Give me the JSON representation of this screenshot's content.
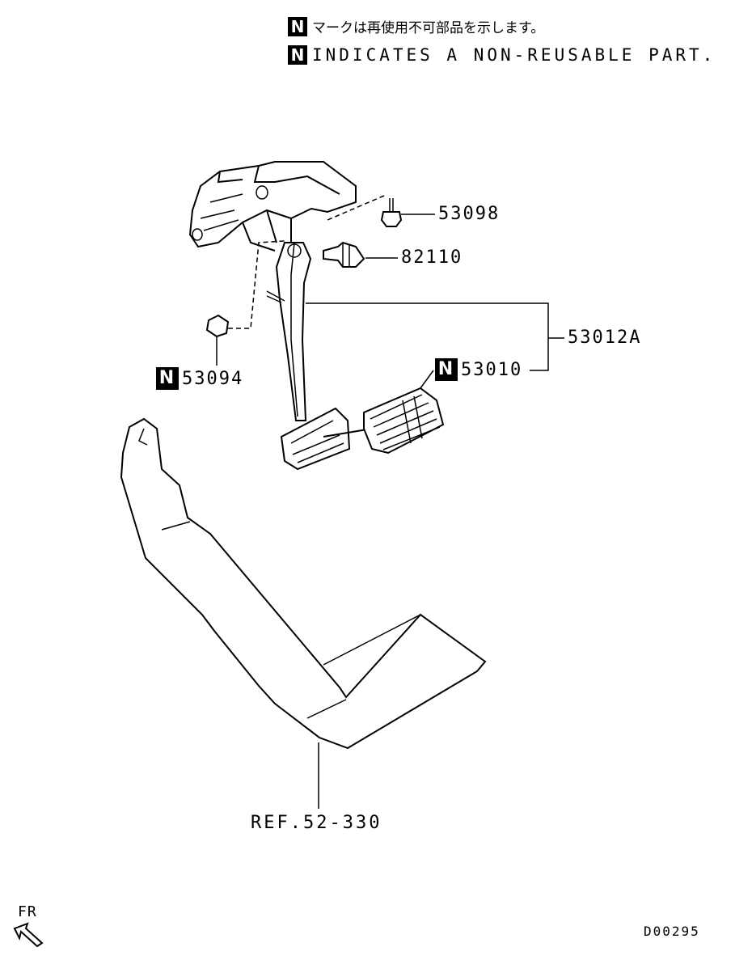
{
  "legend": {
    "badge": "N",
    "jp_text": "マークは再使用不可部品を示します。",
    "en_text": "INDICATES A NON-REUSABLE PART."
  },
  "parts": [
    {
      "number": "53098",
      "non_reusable": false
    },
    {
      "number": "82110",
      "non_reusable": false
    },
    {
      "number": "53012A",
      "non_reusable": false
    },
    {
      "number": "53010",
      "non_reusable": true
    },
    {
      "number": "53094",
      "non_reusable": true
    }
  ],
  "reference": "REF.52-330",
  "direction": {
    "label": "FR",
    "icon": "arrow-front-icon"
  },
  "drawing_code": "D00295"
}
